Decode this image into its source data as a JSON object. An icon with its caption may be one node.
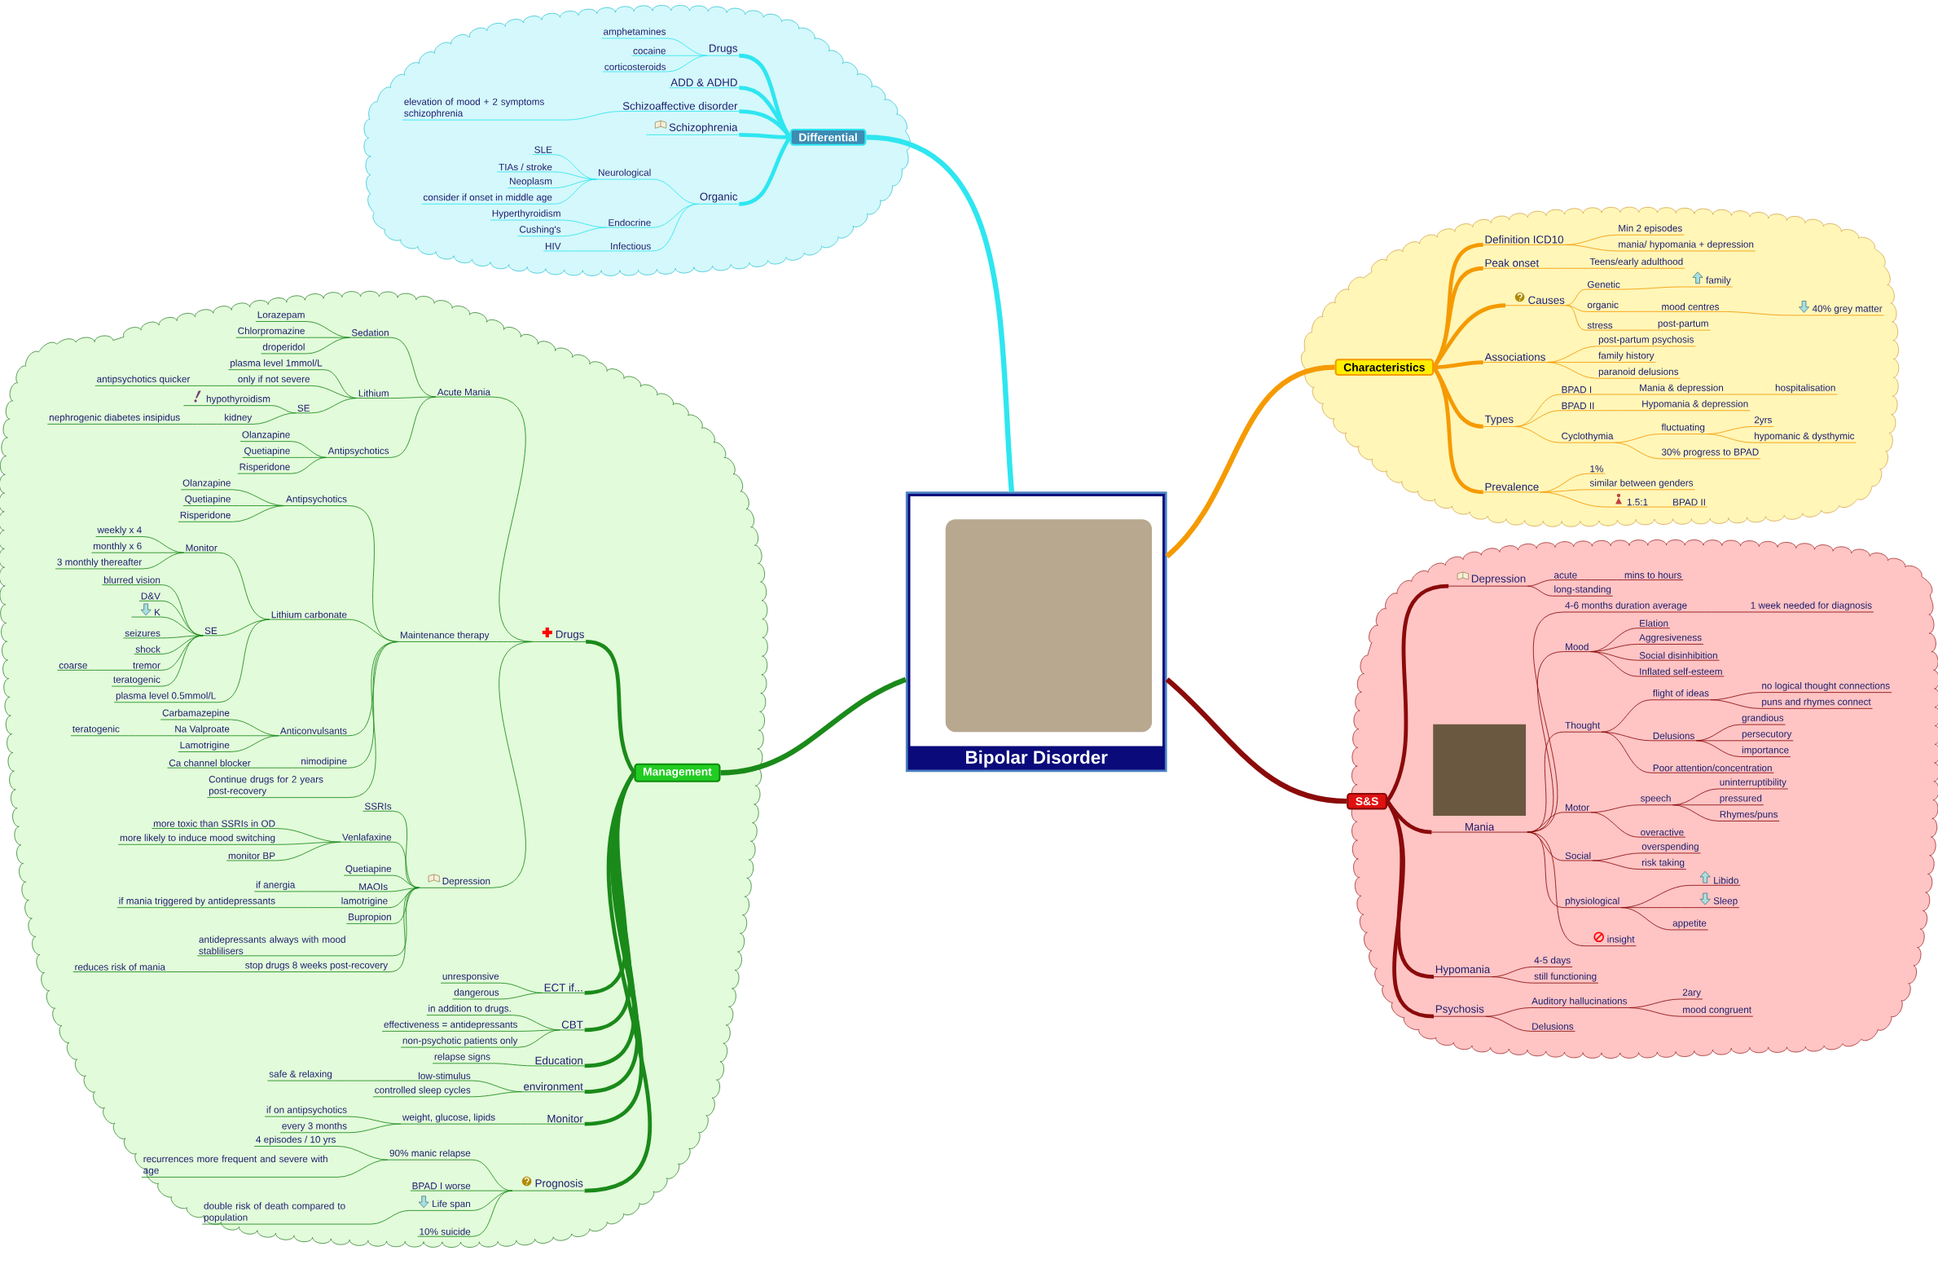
{
  "diagram": {
    "nodes": [
      {
        "text": [
          "Bipolar Disorder"
        ]
      },
      {
        "text": [
          "Differential"
        ]
      },
      {
        "text": [
          "Drugs"
        ]
      },
      {
        "text": [
          "amphetamines"
        ]
      },
      {
        "text": [
          "cocaine"
        ]
      },
      {
        "text": [
          "corticosteroids"
        ]
      },
      {
        "text": [
          "ADD & ADHD"
        ]
      },
      {
        "text": [
          "Schizoaffective disorder"
        ]
      },
      {
        "text": [
          "elevation of mood + 2 symptoms schizophrenia"
        ]
      },
      {
        "text": [
          "Schizophrenia"
        ]
      },
      {
        "text": [
          "Organic"
        ]
      },
      {
        "text": [
          "Neurological"
        ]
      },
      {
        "text": [
          "SLE"
        ]
      },
      {
        "text": [
          "TIAs / stroke"
        ]
      },
      {
        "text": [
          "Neoplasm"
        ]
      },
      {
        "text": [
          "consider if onset in middle age"
        ]
      },
      {
        "text": [
          "Endocrine"
        ]
      },
      {
        "text": [
          "Hyperthyroidism"
        ]
      },
      {
        "text": [
          "Cushing's"
        ]
      },
      {
        "text": [
          "Infectious"
        ]
      },
      {
        "text": [
          "HIV"
        ]
      },
      {
        "text": [
          "Characteristics"
        ]
      },
      {
        "text": [
          "Definition ICD10"
        ]
      },
      {
        "text": [
          "Min 2 episodes"
        ]
      },
      {
        "text": [
          "mania/ hypomania + depression"
        ]
      },
      {
        "text": [
          "Peak onset"
        ]
      },
      {
        "text": [
          "Teens/early adulthood"
        ]
      },
      {
        "text": [
          "Causes"
        ]
      },
      {
        "text": [
          "Genetic"
        ]
      },
      {
        "text": [
          "family"
        ]
      },
      {
        "text": [
          "organic"
        ]
      },
      {
        "text": [
          "mood centres"
        ]
      },
      {
        "text": [
          "40% grey matter"
        ]
      },
      {
        "text": [
          "stress"
        ]
      },
      {
        "text": [
          "post-partum"
        ]
      },
      {
        "text": [
          "Associations"
        ]
      },
      {
        "text": [
          "post-partum psychosis"
        ]
      },
      {
        "text": [
          "family history"
        ]
      },
      {
        "text": [
          "paranoid delusions"
        ]
      },
      {
        "text": [
          "Types"
        ]
      },
      {
        "text": [
          "BPAD I"
        ]
      },
      {
        "text": [
          "Mania & depression"
        ]
      },
      {
        "text": [
          "hospitalisation"
        ]
      },
      {
        "text": [
          "BPAD II"
        ]
      },
      {
        "text": [
          "Hypomania & depression"
        ]
      },
      {
        "text": [
          "Cyclothymia"
        ]
      },
      {
        "text": [
          "fluctuating"
        ]
      },
      {
        "text": [
          "2yrs"
        ]
      },
      {
        "text": [
          "hypomanic & dysthymic"
        ]
      },
      {
        "text": [
          "30% progress to BPAD"
        ]
      },
      {
        "text": [
          "Prevalence"
        ]
      },
      {
        "text": [
          "1%"
        ]
      },
      {
        "text": [
          "similar between genders"
        ]
      },
      {
        "text": [
          "1.5:1"
        ]
      },
      {
        "text": [
          "BPAD II"
        ]
      },
      {
        "text": [
          "S&S"
        ]
      },
      {
        "text": [
          "Depression"
        ]
      },
      {
        "text": [
          "acute"
        ]
      },
      {
        "text": [
          "mins to hours"
        ]
      },
      {
        "text": [
          "long-standing"
        ]
      },
      {
        "text": [
          "Mania"
        ]
      },
      {
        "text": [
          "4-6 months duration average"
        ]
      },
      {
        "text": [
          "1 week needed for diagnosis"
        ]
      },
      {
        "text": [
          "Mood"
        ]
      },
      {
        "text": [
          "Elation"
        ]
      },
      {
        "text": [
          "Aggresiveness"
        ]
      },
      {
        "text": [
          "Social disinhibition"
        ]
      },
      {
        "text": [
          "Inflated self-esteem"
        ]
      },
      {
        "text": [
          "Thought"
        ]
      },
      {
        "text": [
          "flight of ideas"
        ]
      },
      {
        "text": [
          "no logical thought connections"
        ]
      },
      {
        "text": [
          "puns and rhymes connect"
        ]
      },
      {
        "text": [
          "Delusions"
        ]
      },
      {
        "text": [
          "grandious"
        ]
      },
      {
        "text": [
          "persecutory"
        ]
      },
      {
        "text": [
          "importance"
        ]
      },
      {
        "text": [
          "Poor attention/concentration"
        ]
      },
      {
        "text": [
          "Motor"
        ]
      },
      {
        "text": [
          "speech"
        ]
      },
      {
        "text": [
          "uninterruptibility"
        ]
      },
      {
        "text": [
          "pressured"
        ]
      },
      {
        "text": [
          "Rhymes/puns"
        ]
      },
      {
        "text": [
          "overactive"
        ]
      },
      {
        "text": [
          "Social"
        ]
      },
      {
        "text": [
          "overspending"
        ]
      },
      {
        "text": [
          "risk taking"
        ]
      },
      {
        "text": [
          "physiological"
        ]
      },
      {
        "text": [
          "Libido"
        ]
      },
      {
        "text": [
          "Sleep"
        ]
      },
      {
        "text": [
          "appetite"
        ]
      },
      {
        "text": [
          "insight"
        ]
      },
      {
        "text": [
          "Hypomania"
        ]
      },
      {
        "text": [
          "4-5 days"
        ]
      },
      {
        "text": [
          "still functioning"
        ]
      },
      {
        "text": [
          "Psychosis"
        ]
      },
      {
        "text": [
          "Auditory hallucinations"
        ]
      },
      {
        "text": [
          "2ary"
        ]
      },
      {
        "text": [
          "mood congruent"
        ]
      },
      {
        "text": [
          "Delusions"
        ]
      },
      {
        "text": [
          "Management"
        ]
      },
      {
        "text": [
          "Drugs"
        ]
      },
      {
        "text": [
          "Acute Mania"
        ]
      },
      {
        "text": [
          "Sedation"
        ]
      },
      {
        "text": [
          "Lorazepam"
        ]
      },
      {
        "text": [
          "Chlorpromazine"
        ]
      },
      {
        "text": [
          "droperidol"
        ]
      },
      {
        "text": [
          "Lithium"
        ]
      },
      {
        "text": [
          "plasma level 1mmol/L"
        ]
      },
      {
        "text": [
          "only if not severe"
        ]
      },
      {
        "text": [
          "antipsychotics quicker"
        ]
      },
      {
        "text": [
          "SE"
        ]
      },
      {
        "text": [
          "hypothyroidism"
        ]
      },
      {
        "text": [
          "kidney"
        ]
      },
      {
        "text": [
          "nephrogenic diabetes insipidus"
        ]
      },
      {
        "text": [
          "Antipsychotics"
        ]
      },
      {
        "text": [
          "Olanzapine"
        ]
      },
      {
        "text": [
          "Quetiapine"
        ]
      },
      {
        "text": [
          "Risperidone"
        ]
      },
      {
        "text": [
          "Maintenance therapy"
        ]
      },
      {
        "text": [
          "Antipsychotics"
        ]
      },
      {
        "text": [
          "Olanzapine"
        ]
      },
      {
        "text": [
          "Quetiapine"
        ]
      },
      {
        "text": [
          "Risperidone"
        ]
      },
      {
        "text": [
          "Lithium carbonate"
        ]
      },
      {
        "text": [
          "Monitor"
        ]
      },
      {
        "text": [
          "weekly x 4"
        ]
      },
      {
        "text": [
          "monthly x 6"
        ]
      },
      {
        "text": [
          "3 monthly thereafter"
        ]
      },
      {
        "text": [
          "SE"
        ]
      },
      {
        "text": [
          "blurred vision"
        ]
      },
      {
        "text": [
          "D&V"
        ]
      },
      {
        "text": [
          "K"
        ]
      },
      {
        "text": [
          "seizures"
        ]
      },
      {
        "text": [
          "shock"
        ]
      },
      {
        "text": [
          "tremor"
        ]
      },
      {
        "text": [
          "coarse"
        ]
      },
      {
        "text": [
          "teratogenic"
        ]
      },
      {
        "text": [
          "plasma level 0.5mmol/L"
        ]
      },
      {
        "text": [
          "Anticonvulsants"
        ]
      },
      {
        "text": [
          "Carbamazepine"
        ]
      },
      {
        "text": [
          "Na Valproate"
        ]
      },
      {
        "text": [
          "teratogenic"
        ]
      },
      {
        "text": [
          "Lamotrigine"
        ]
      },
      {
        "text": [
          "nimodipine"
        ]
      },
      {
        "text": [
          "Ca channel blocker"
        ]
      },
      {
        "text": [
          "Continue drugs for 2 years post-recovery"
        ]
      },
      {
        "text": [
          "Depression"
        ]
      },
      {
        "text": [
          "SSRIs"
        ]
      },
      {
        "text": [
          "Venlafaxine"
        ]
      },
      {
        "text": [
          "more toxic than SSRIs in OD"
        ]
      },
      {
        "text": [
          "more likely to induce mood switching"
        ]
      },
      {
        "text": [
          "monitor BP"
        ]
      },
      {
        "text": [
          "Quetiapine"
        ]
      },
      {
        "text": [
          "MAOIs"
        ]
      },
      {
        "text": [
          "if anergia"
        ]
      },
      {
        "text": [
          "lamotrigine"
        ]
      },
      {
        "text": [
          "if mania triggered by antidepressants"
        ]
      },
      {
        "text": [
          "Bupropion"
        ]
      },
      {
        "text": [
          "antidepressants always with mood stablilisers"
        ]
      },
      {
        "text": [
          "stop drugs 8 weeks post-recovery"
        ]
      },
      {
        "text": [
          "reduces risk of mania"
        ]
      },
      {
        "text": [
          "ECT if..."
        ]
      },
      {
        "text": [
          "unresponsive"
        ]
      },
      {
        "text": [
          "dangerous"
        ]
      },
      {
        "text": [
          "CBT"
        ]
      },
      {
        "text": [
          "in addition to drugs."
        ]
      },
      {
        "text": [
          "effectiveness = antidepressants"
        ]
      },
      {
        "text": [
          "non-psychotic patients only"
        ]
      },
      {
        "text": [
          "Education"
        ]
      },
      {
        "text": [
          "relapse signs"
        ]
      },
      {
        "text": [
          "environment"
        ]
      },
      {
        "text": [
          "low-stimulus"
        ]
      },
      {
        "text": [
          "safe & relaxing"
        ]
      },
      {
        "text": [
          "controlled sleep cycles"
        ]
      },
      {
        "text": [
          "Monitor"
        ]
      },
      {
        "text": [
          "weight, glucose, lipids"
        ]
      },
      {
        "text": [
          "if on antipsychotics"
        ]
      },
      {
        "text": [
          "every 3 months"
        ]
      },
      {
        "text": [
          "Prognosis"
        ]
      },
      {
        "text": [
          "90% manic relapse"
        ]
      },
      {
        "text": [
          "4 episodes / 10 yrs"
        ]
      },
      {
        "text": [
          "recurrences more frequent and severe with age"
        ]
      },
      {
        "text": [
          "BPAD I worse"
        ]
      },
      {
        "text": [
          "Life span"
        ]
      },
      {
        "text": [
          "double risk of death compared to population"
        ]
      },
      {
        "text": [
          "10% suicide"
        ]
      }
    ],
    "edges": [
      {
        "from": 0,
        "to": 1,
        "arrow": "none",
        "style": "thick",
        "color": "#2ee6f0"
      },
      {
        "from": 1,
        "to": 2,
        "arrow": "none",
        "style": "thick",
        "color": "#2ee6f0"
      },
      {
        "from": 2,
        "to": 3,
        "arrow": "none",
        "color": "#2ee6f0"
      },
      {
        "from": 2,
        "to": 4,
        "arrow": "none",
        "color": "#2ee6f0"
      },
      {
        "from": 2,
        "to": 5,
        "arrow": "none",
        "color": "#2ee6f0"
      },
      {
        "from": 1,
        "to": 6,
        "arrow": "none",
        "style": "thick",
        "color": "#2ee6f0"
      },
      {
        "from": 1,
        "to": 7,
        "arrow": "none",
        "style": "thick",
        "color": "#2ee6f0"
      },
      {
        "from": 7,
        "to": 8,
        "arrow": "none",
        "color": "#2ee6f0"
      },
      {
        "from": 1,
        "to": 9,
        "arrow": "none",
        "style": "thick",
        "color": "#2ee6f0"
      },
      {
        "from": 1,
        "to": 10,
        "arrow": "none",
        "style": "thick",
        "color": "#2ee6f0"
      },
      {
        "from": 10,
        "to": 11,
        "arrow": "none",
        "color": "#2ee6f0"
      },
      {
        "from": 11,
        "to": 12,
        "arrow": "none",
        "color": "#2ee6f0"
      },
      {
        "from": 11,
        "to": 13,
        "arrow": "none",
        "color": "#2ee6f0"
      },
      {
        "from": 11,
        "to": 14,
        "arrow": "none",
        "color": "#2ee6f0"
      },
      {
        "from": 11,
        "to": 15,
        "arrow": "none",
        "color": "#2ee6f0"
      },
      {
        "from": 10,
        "to": 16,
        "arrow": "none",
        "color": "#2ee6f0"
      },
      {
        "from": 16,
        "to": 17,
        "arrow": "none",
        "color": "#2ee6f0"
      },
      {
        "from": 16,
        "to": 18,
        "arrow": "none",
        "color": "#2ee6f0"
      },
      {
        "from": 10,
        "to": 19,
        "arrow": "none",
        "color": "#2ee6f0"
      },
      {
        "from": 19,
        "to": 20,
        "arrow": "none",
        "color": "#2ee6f0"
      },
      {
        "from": 0,
        "to": 21,
        "arrow": "none",
        "style": "thick",
        "color": "#f59a00"
      },
      {
        "from": 21,
        "to": 22,
        "arrow": "none",
        "style": "thick",
        "color": "#f59a00"
      },
      {
        "from": 22,
        "to": 23,
        "arrow": "none",
        "color": "#f59a00"
      },
      {
        "from": 22,
        "to": 24,
        "arrow": "none",
        "color": "#f59a00"
      },
      {
        "from": 21,
        "to": 25,
        "arrow": "none",
        "style": "thick",
        "color": "#f59a00"
      },
      {
        "from": 25,
        "to": 26,
        "arrow": "none",
        "color": "#f59a00"
      },
      {
        "from": 21,
        "to": 27,
        "arrow": "none",
        "style": "thick",
        "color": "#f59a00"
      },
      {
        "from": 27,
        "to": 28,
        "arrow": "none",
        "color": "#f59a00"
      },
      {
        "from": 28,
        "to": 29,
        "arrow": "none",
        "color": "#f59a00"
      },
      {
        "from": 27,
        "to": 30,
        "arrow": "none",
        "color": "#f59a00"
      },
      {
        "from": 30,
        "to": 31,
        "arrow": "none",
        "color": "#f59a00"
      },
      {
        "from": 31,
        "to": 32,
        "arrow": "none",
        "color": "#f59a00"
      },
      {
        "from": 27,
        "to": 33,
        "arrow": "none",
        "color": "#f59a00"
      },
      {
        "from": 33,
        "to": 34,
        "arrow": "none",
        "color": "#f59a00"
      },
      {
        "from": 21,
        "to": 35,
        "arrow": "none",
        "style": "thick",
        "color": "#f59a00"
      },
      {
        "from": 35,
        "to": 36,
        "arrow": "none",
        "color": "#f59a00"
      },
      {
        "from": 35,
        "to": 37,
        "arrow": "none",
        "color": "#f59a00"
      },
      {
        "from": 35,
        "to": 38,
        "arrow": "none",
        "color": "#f59a00"
      },
      {
        "from": 21,
        "to": 39,
        "arrow": "none",
        "style": "thick",
        "color": "#f59a00"
      },
      {
        "from": 39,
        "to": 40,
        "arrow": "none",
        "color": "#f59a00"
      },
      {
        "from": 40,
        "to": 41,
        "arrow": "none",
        "color": "#f59a00"
      },
      {
        "from": 41,
        "to": 42,
        "arrow": "none",
        "color": "#f59a00"
      },
      {
        "from": 39,
        "to": 43,
        "arrow": "none",
        "color": "#f59a00"
      },
      {
        "from": 43,
        "to": 44,
        "arrow": "none",
        "color": "#f59a00"
      },
      {
        "from": 39,
        "to": 45,
        "arrow": "none",
        "color": "#f59a00"
      },
      {
        "from": 45,
        "to": 46,
        "arrow": "none",
        "color": "#f59a00"
      },
      {
        "from": 46,
        "to": 47,
        "arrow": "none",
        "color": "#f59a00"
      },
      {
        "from": 46,
        "to": 48,
        "arrow": "none",
        "color": "#f59a00"
      },
      {
        "from": 45,
        "to": 49,
        "arrow": "none",
        "color": "#f59a00"
      },
      {
        "from": 21,
        "to": 50,
        "arrow": "none",
        "style": "thick",
        "color": "#f59a00"
      },
      {
        "from": 50,
        "to": 51,
        "arrow": "none",
        "color": "#f59a00"
      },
      {
        "from": 50,
        "to": 52,
        "arrow": "none",
        "color": "#f59a00"
      },
      {
        "from": 50,
        "to": 53,
        "arrow": "none",
        "color": "#f59a00"
      },
      {
        "from": 53,
        "to": 54,
        "arrow": "none",
        "color": "#f59a00"
      },
      {
        "from": 0,
        "to": 55,
        "arrow": "none",
        "style": "thick",
        "color": "#8b0a0a"
      },
      {
        "from": 55,
        "to": 56,
        "arrow": "none",
        "style": "thick",
        "color": "#8b0a0a"
      },
      {
        "from": 56,
        "to": 57,
        "arrow": "none",
        "color": "#8b0a0a"
      },
      {
        "from": 57,
        "to": 58,
        "arrow": "none",
        "color": "#8b0a0a"
      },
      {
        "from": 56,
        "to": 59,
        "arrow": "none",
        "color": "#8b0a0a"
      },
      {
        "from": 55,
        "to": 60,
        "arrow": "none",
        "style": "thick",
        "color": "#8b0a0a"
      },
      {
        "from": 60,
        "to": 61,
        "arrow": "none",
        "color": "#8b0a0a"
      },
      {
        "from": 61,
        "to": 62,
        "arrow": "none",
        "color": "#8b0a0a"
      },
      {
        "from": 60,
        "to": 63,
        "arrow": "none",
        "color": "#8b0a0a"
      },
      {
        "from": 63,
        "to": 64,
        "arrow": "none",
        "color": "#8b0a0a"
      },
      {
        "from": 63,
        "to": 65,
        "arrow": "none",
        "color": "#8b0a0a"
      },
      {
        "from": 63,
        "to": 66,
        "arrow": "none",
        "color": "#8b0a0a"
      },
      {
        "from": 63,
        "to": 67,
        "arrow": "none",
        "color": "#8b0a0a"
      },
      {
        "from": 60,
        "to": 68,
        "arrow": "none",
        "color": "#8b0a0a"
      },
      {
        "from": 68,
        "to": 69,
        "arrow": "none",
        "color": "#8b0a0a"
      },
      {
        "from": 69,
        "to": 70,
        "arrow": "none",
        "color": "#8b0a0a"
      },
      {
        "from": 69,
        "to": 71,
        "arrow": "none",
        "color": "#8b0a0a"
      },
      {
        "from": 68,
        "to": 72,
        "arrow": "none",
        "color": "#8b0a0a"
      },
      {
        "from": 72,
        "to": 73,
        "arrow": "none",
        "color": "#8b0a0a"
      },
      {
        "from": 72,
        "to": 74,
        "arrow": "none",
        "color": "#8b0a0a"
      },
      {
        "from": 72,
        "to": 75,
        "arrow": "none",
        "color": "#8b0a0a"
      },
      {
        "from": 68,
        "to": 76,
        "arrow": "none",
        "color": "#8b0a0a"
      },
      {
        "from": 60,
        "to": 77,
        "arrow": "none",
        "color": "#8b0a0a"
      },
      {
        "from": 77,
        "to": 78,
        "arrow": "none",
        "color": "#8b0a0a"
      },
      {
        "from": 78,
        "to": 79,
        "arrow": "none",
        "color": "#8b0a0a"
      },
      {
        "from": 78,
        "to": 80,
        "arrow": "none",
        "color": "#8b0a0a"
      },
      {
        "from": 78,
        "to": 81,
        "arrow": "none",
        "color": "#8b0a0a"
      },
      {
        "from": 77,
        "to": 82,
        "arrow": "none",
        "color": "#8b0a0a"
      },
      {
        "from": 60,
        "to": 83,
        "arrow": "none",
        "color": "#8b0a0a"
      },
      {
        "from": 83,
        "to": 84,
        "arrow": "none",
        "color": "#8b0a0a"
      },
      {
        "from": 83,
        "to": 85,
        "arrow": "none",
        "color": "#8b0a0a"
      },
      {
        "from": 60,
        "to": 86,
        "arrow": "none",
        "color": "#8b0a0a"
      },
      {
        "from": 86,
        "to": 87,
        "arrow": "none",
        "color": "#8b0a0a"
      },
      {
        "from": 86,
        "to": 88,
        "arrow": "none",
        "color": "#8b0a0a"
      },
      {
        "from": 86,
        "to": 89,
        "arrow": "none",
        "color": "#8b0a0a"
      },
      {
        "from": 60,
        "to": 90,
        "arrow": "none",
        "color": "#8b0a0a"
      },
      {
        "from": 55,
        "to": 91,
        "arrow": "none",
        "style": "thick",
        "color": "#8b0a0a"
      },
      {
        "from": 91,
        "to": 92,
        "arrow": "none",
        "color": "#8b0a0a"
      },
      {
        "from": 91,
        "to": 93,
        "arrow": "none",
        "color": "#8b0a0a"
      },
      {
        "from": 55,
        "to": 94,
        "arrow": "none",
        "style": "thick",
        "color": "#8b0a0a"
      },
      {
        "from": 94,
        "to": 95,
        "arrow": "none",
        "color": "#8b0a0a"
      },
      {
        "from": 95,
        "to": 96,
        "arrow": "none",
        "color": "#8b0a0a"
      },
      {
        "from": 95,
        "to": 97,
        "arrow": "none",
        "color": "#8b0a0a"
      },
      {
        "from": 94,
        "to": 98,
        "arrow": "none",
        "color": "#8b0a0a"
      },
      {
        "from": 0,
        "to": 99,
        "arrow": "none",
        "style": "thick"
      },
      {
        "from": 99,
        "to": 100,
        "arrow": "none",
        "style": "thick"
      },
      {
        "from": 100,
        "to": 101,
        "arrow": "none"
      },
      {
        "from": 101,
        "to": 102,
        "arrow": "none"
      },
      {
        "from": 102,
        "to": 103,
        "arrow": "none"
      },
      {
        "from": 102,
        "to": 104,
        "arrow": "none"
      },
      {
        "from": 102,
        "to": 105,
        "arrow": "none"
      },
      {
        "from": 101,
        "to": 106,
        "arrow": "none"
      },
      {
        "from": 106,
        "to": 107,
        "arrow": "none"
      },
      {
        "from": 106,
        "to": 108,
        "arrow": "none"
      },
      {
        "from": 108,
        "to": 109,
        "arrow": "none"
      },
      {
        "from": 106,
        "to": 110,
        "arrow": "none"
      },
      {
        "from": 110,
        "to": 111,
        "arrow": "none"
      },
      {
        "from": 110,
        "to": 112,
        "arrow": "none"
      },
      {
        "from": 112,
        "to": 113,
        "arrow": "none"
      },
      {
        "from": 101,
        "to": 114,
        "arrow": "none"
      },
      {
        "from": 114,
        "to": 115,
        "arrow": "none"
      },
      {
        "from": 114,
        "to": 116,
        "arrow": "none"
      },
      {
        "from": 114,
        "to": 117,
        "arrow": "none"
      },
      {
        "from": 100,
        "to": 118,
        "arrow": "none"
      },
      {
        "from": 118,
        "to": 119,
        "arrow": "none"
      },
      {
        "from": 119,
        "to": 120,
        "arrow": "none"
      },
      {
        "from": 119,
        "to": 121,
        "arrow": "none"
      },
      {
        "from": 119,
        "to": 122,
        "arrow": "none"
      },
      {
        "from": 118,
        "to": 123,
        "arrow": "none"
      },
      {
        "from": 123,
        "to": 124,
        "arrow": "none"
      },
      {
        "from": 124,
        "to": 125,
        "arrow": "none"
      },
      {
        "from": 124,
        "to": 126,
        "arrow": "none"
      },
      {
        "from": 124,
        "to": 127,
        "arrow": "none"
      },
      {
        "from": 123,
        "to": 128,
        "arrow": "none"
      },
      {
        "from": 128,
        "to": 129,
        "arrow": "none"
      },
      {
        "from": 128,
        "to": 130,
        "arrow": "none"
      },
      {
        "from": 128,
        "to": 131,
        "arrow": "none"
      },
      {
        "from": 128,
        "to": 132,
        "arrow": "none"
      },
      {
        "from": 128,
        "to": 133,
        "arrow": "none"
      },
      {
        "from": 128,
        "to": 134,
        "arrow": "none"
      },
      {
        "from": 134,
        "to": 135,
        "arrow": "none"
      },
      {
        "from": 128,
        "to": 136,
        "arrow": "none"
      },
      {
        "from": 123,
        "to": 137,
        "arrow": "none"
      },
      {
        "from": 118,
        "to": 138,
        "arrow": "none"
      },
      {
        "from": 138,
        "to": 139,
        "arrow": "none"
      },
      {
        "from": 138,
        "to": 140,
        "arrow": "none"
      },
      {
        "from": 140,
        "to": 141,
        "arrow": "none"
      },
      {
        "from": 138,
        "to": 142,
        "arrow": "none"
      },
      {
        "from": 118,
        "to": 143,
        "arrow": "none"
      },
      {
        "from": 143,
        "to": 144,
        "arrow": "none"
      },
      {
        "from": 118,
        "to": 145,
        "arrow": "none"
      },
      {
        "from": 100,
        "to": 146,
        "arrow": "none"
      },
      {
        "from": 146,
        "to": 147,
        "arrow": "none"
      },
      {
        "from": 146,
        "to": 148,
        "arrow": "none"
      },
      {
        "from": 148,
        "to": 149,
        "arrow": "none"
      },
      {
        "from": 148,
        "to": 150,
        "arrow": "none"
      },
      {
        "from": 148,
        "to": 151,
        "arrow": "none"
      },
      {
        "from": 146,
        "to": 152,
        "arrow": "none"
      },
      {
        "from": 146,
        "to": 153,
        "arrow": "none"
      },
      {
        "from": 153,
        "to": 154,
        "arrow": "none"
      },
      {
        "from": 146,
        "to": 155,
        "arrow": "none"
      },
      {
        "from": 155,
        "to": 156,
        "arrow": "none"
      },
      {
        "from": 146,
        "to": 157,
        "arrow": "none"
      },
      {
        "from": 146,
        "to": 158,
        "arrow": "none"
      },
      {
        "from": 146,
        "to": 159,
        "arrow": "none"
      },
      {
        "from": 159,
        "to": 160,
        "arrow": "none"
      },
      {
        "from": 99,
        "to": 161,
        "arrow": "none",
        "style": "thick"
      },
      {
        "from": 161,
        "to": 162,
        "arrow": "none"
      },
      {
        "from": 161,
        "to": 163,
        "arrow": "none"
      },
      {
        "from": 99,
        "to": 164,
        "arrow": "none",
        "style": "thick"
      },
      {
        "from": 164,
        "to": 165,
        "arrow": "none"
      },
      {
        "from": 164,
        "to": 166,
        "arrow": "none"
      },
      {
        "from": 164,
        "to": 167,
        "arrow": "none"
      },
      {
        "from": 99,
        "to": 168,
        "arrow": "none",
        "style": "thick"
      },
      {
        "from": 168,
        "to": 169,
        "arrow": "none"
      },
      {
        "from": 99,
        "to": 170,
        "arrow": "none",
        "style": "thick"
      },
      {
        "from": 170,
        "to": 171,
        "arrow": "none"
      },
      {
        "from": 171,
        "to": 172,
        "arrow": "none"
      },
      {
        "from": 170,
        "to": 173,
        "arrow": "none"
      },
      {
        "from": 99,
        "to": 174,
        "arrow": "none",
        "style": "thick"
      },
      {
        "from": 174,
        "to": 175,
        "arrow": "none"
      },
      {
        "from": 175,
        "to": 176,
        "arrow": "none"
      },
      {
        "from": 175,
        "to": 177,
        "arrow": "none"
      },
      {
        "from": 99,
        "to": 178,
        "arrow": "none",
        "style": "thick"
      },
      {
        "from": 178,
        "to": 179,
        "arrow": "none"
      },
      {
        "from": 179,
        "to": 180,
        "arrow": "none"
      },
      {
        "from": 179,
        "to": 181,
        "arrow": "none"
      },
      {
        "from": 178,
        "to": 182,
        "arrow": "none"
      },
      {
        "from": 178,
        "to": 183,
        "arrow": "none"
      },
      {
        "from": 183,
        "to": 184,
        "arrow": "none"
      },
      {
        "from": 178,
        "to": 185,
        "arrow": "none"
      }
    ]
  }
}
